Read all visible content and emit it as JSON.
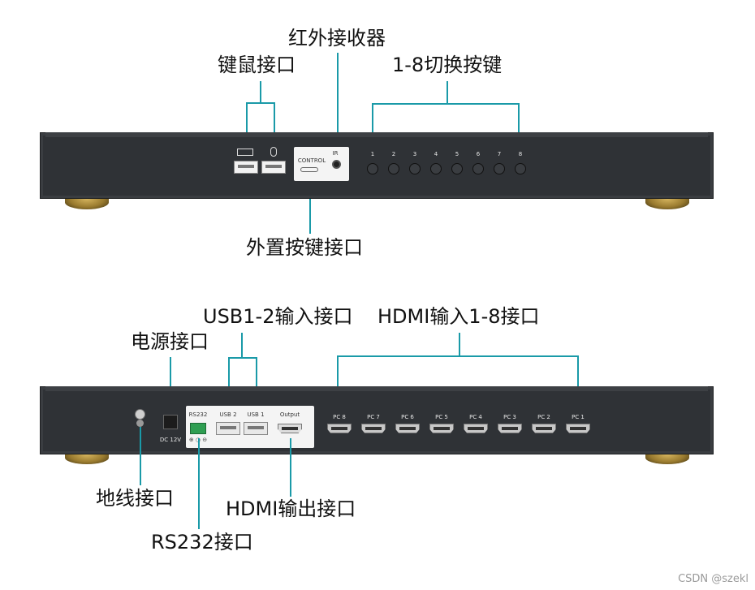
{
  "top_device": {
    "callouts": {
      "keyboard_mouse": "键鼠接口",
      "ir_receiver": "红外接收器",
      "switch_buttons": "1-8切换按键",
      "ext_button": "外置按键接口"
    },
    "control_label": "CONTROL",
    "ir_label": "IR",
    "button_numbers": [
      "1",
      "2",
      "3",
      "4",
      "5",
      "6",
      "7",
      "8"
    ]
  },
  "bottom_device": {
    "callouts": {
      "power": "电源接口",
      "usb_in": "USB1-2输入接口",
      "hdmi_in": "HDMI输入1-8接口",
      "ground": "地线接口",
      "hdmi_out": "HDMI输出接口",
      "rs232": "RS232接口"
    },
    "dc_label": "DC 12V",
    "rs232_label": "RS232",
    "rs232_pins": "⊕ ○ ⊖",
    "usb_labels": [
      "USB 2",
      "USB 1"
    ],
    "output_label": "Output",
    "pc_labels": [
      "PC 8",
      "PC 7",
      "PC 6",
      "PC 5",
      "PC 4",
      "PC 3",
      "PC 2",
      "PC 1"
    ]
  },
  "watermark": "CSDN @szekl",
  "colors": {
    "leader": "#1a9aa8",
    "chassis": "#2f3236"
  }
}
